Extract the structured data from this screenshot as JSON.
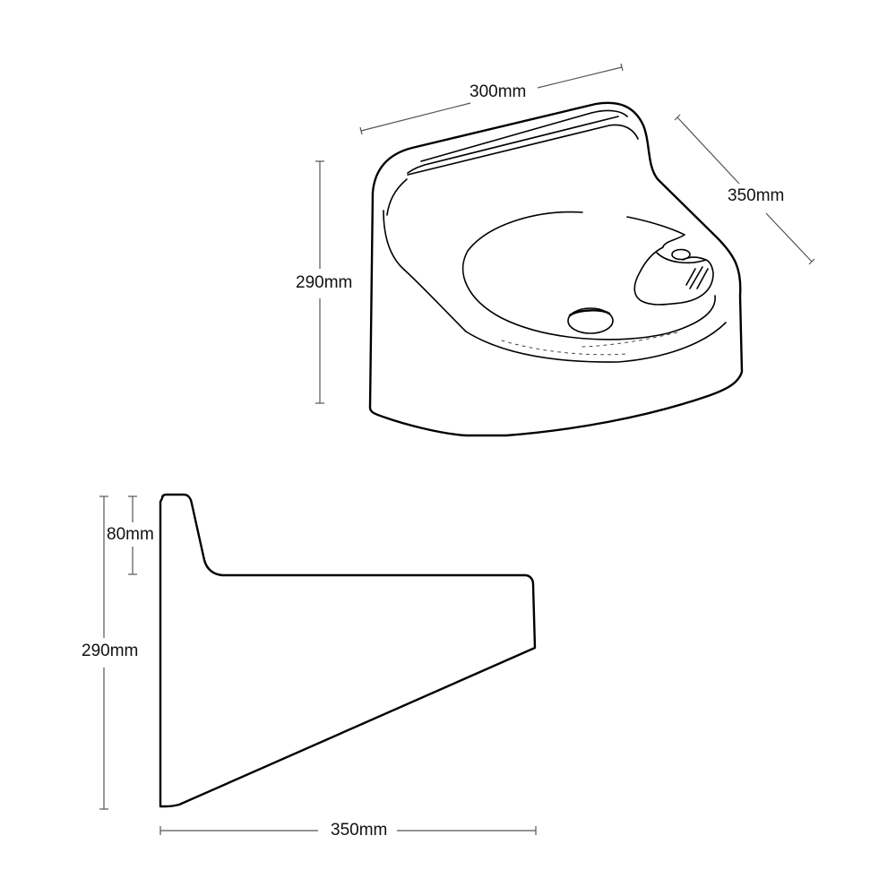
{
  "figure": {
    "subject": "wall-mounted drinking fountain basin",
    "views": [
      {
        "id": "isometric-view",
        "dimensions": {
          "width": "300mm",
          "depth": "350mm",
          "height": "290mm"
        }
      },
      {
        "id": "side-profile-view",
        "dimensions": {
          "back_upstand": "80mm",
          "height": "290mm",
          "depth": "350mm"
        }
      }
    ],
    "colors": {
      "line": "#000000",
      "dimension_line": "#555555",
      "background": "#ffffff"
    }
  }
}
